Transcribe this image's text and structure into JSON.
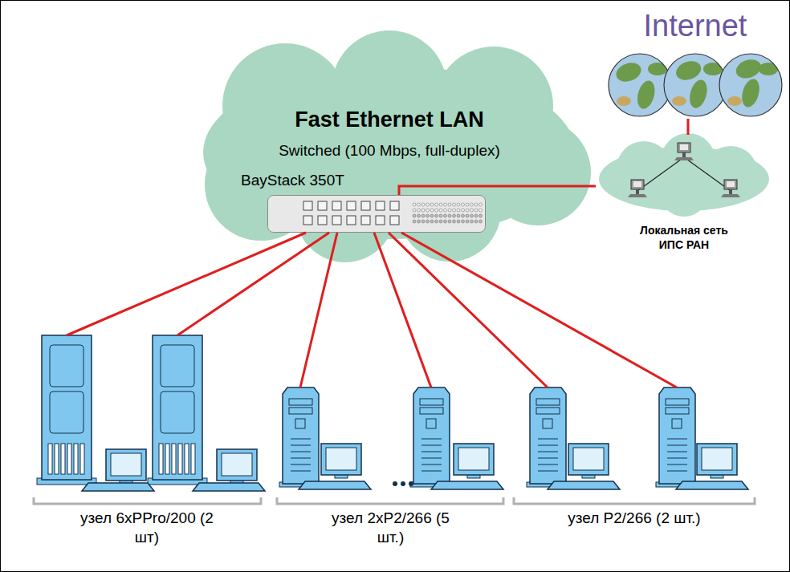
{
  "diagram": {
    "nodes": [
      {
        "text": [
          "Fast Ethernet LAN",
          "Switched (100 Mbps, full-duplex)"
        ]
      },
      {
        "text": [
          "BayStack 350T"
        ],
        "in": 0
      },
      {
        "text": [
          "Internet"
        ]
      },
      {
        "text": [
          "Локальная сеть ИПС РАН"
        ]
      },
      {
        "text": [
          "узел 6xPPro/200 (2 шт)"
        ]
      },
      {
        "text": [
          "узел 2xP2/266 (5 шт.)"
        ]
      },
      {
        "text": [
          "узел P2/266 (2 шт.)"
        ]
      }
    ],
    "edges": [
      {
        "from": 1,
        "to": 4,
        "arrow": "none"
      },
      {
        "from": 1,
        "to": 4,
        "arrow": "none"
      },
      {
        "from": 1,
        "to": 5,
        "arrow": "none"
      },
      {
        "from": 1,
        "to": 5,
        "arrow": "none"
      },
      {
        "from": 1,
        "to": 6,
        "arrow": "none"
      },
      {
        "from": 1,
        "to": 6,
        "arrow": "none"
      },
      {
        "from": 1,
        "to": 3,
        "arrow": "none"
      },
      {
        "from": 2,
        "to": 3,
        "arrow": "none"
      }
    ]
  }
}
